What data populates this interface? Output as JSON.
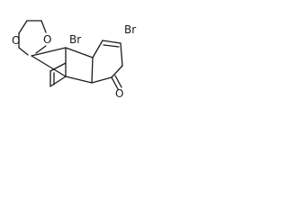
{
  "molecule": {
    "atom_labels": {
      "dioxolane_oxygen_top": "O",
      "dioxolane_oxygen_bottom": "O",
      "bromine_bridgehead": "Br",
      "bromine_vinyl": "Br",
      "ketone_oxygen": "O"
    },
    "bond_color": "#1a1a1a",
    "background": "#ffffff"
  }
}
